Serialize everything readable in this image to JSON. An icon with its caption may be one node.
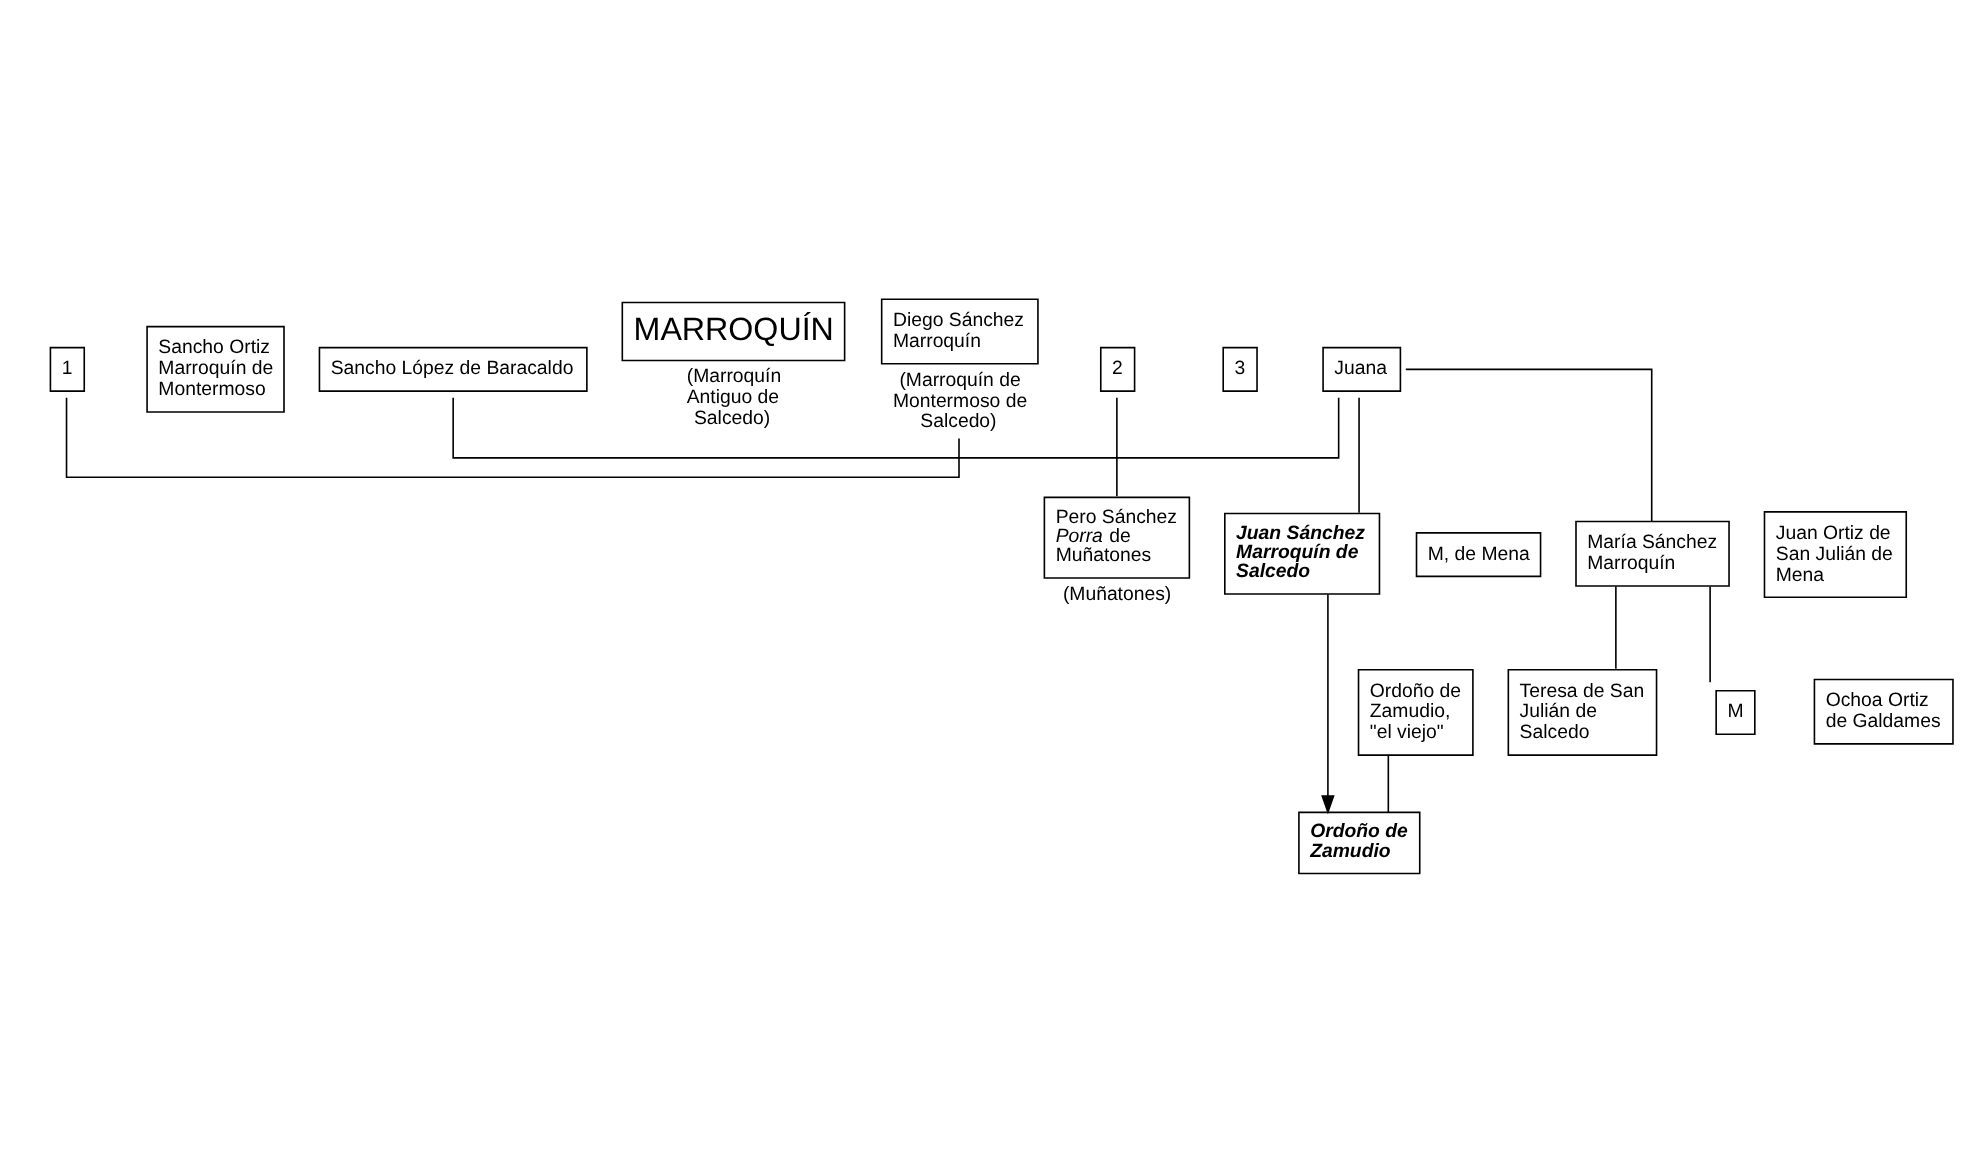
{
  "diagram": {
    "nodes": [
      {
        "text": [
          "1"
        ]
      },
      {
        "text": [
          "Sancho Ortiz Marroquín de Montermoso"
        ]
      },
      {
        "text": [
          "2"
        ]
      },
      {
        "text": [
          "Diego Sánchez Marroquín"
        ],
        "beside": [
          "(Marroquín de Montermoso de Salcedo)"
        ]
      },
      {
        "text": [
          "Pero Sánchez *Porra* de Muñatones"
        ],
        "beside": [
          "(Muñatones)"
        ]
      },
      {
        "text": [
          "3"
        ]
      },
      {
        "text": [
          "Juana"
        ]
      },
      {
        "text": [
          "Sancho López de Baracaldo"
        ]
      },
      {
        "text": [
          "MARROQUÍN"
        ],
        "beside": [
          "(Marroquín Antiguo de Salcedo)"
        ]
      },
      {
        "text": [
          "Juan Sánchez Marroquín de Salcedo"
        ]
      },
      {
        "text": [
          "M, de Mena"
        ]
      },
      {
        "text": [
          "María Sánchez Marroquín"
        ]
      },
      {
        "text": [
          "Juan Ortiz de San Julián de Mena"
        ]
      },
      {
        "text": [
          "Ordoño de Zamudio, \"el viejo\""
        ]
      },
      {
        "text": [
          "Teresa de San Julián de Salcedo"
        ]
      },
      {
        "text": [
          "M"
        ]
      },
      {
        "text": [
          "Ochoa Ortiz de Galdames"
        ]
      },
      {
        "text": [
          "Ordoño de Zamudio"
        ]
      }
    ],
    "edges": [
      {
        "from": 3,
        "to": 0,
        "arrow": "none"
      },
      {
        "from": 2,
        "to": 4,
        "arrow": "none"
      },
      {
        "from": 6,
        "to": 7,
        "arrow": "none"
      },
      {
        "from": 6,
        "to": 9,
        "arrow": "none"
      },
      {
        "from": 6,
        "to": 11,
        "arrow": "none"
      },
      {
        "from": 11,
        "to": 14,
        "arrow": "none"
      },
      {
        "from": 11,
        "to": 15,
        "arrow": "none"
      },
      {
        "from": 13,
        "to": 17,
        "arrow": "none"
      },
      {
        "from": 9,
        "to": 17,
        "arrow": "to"
      }
    ]
  }
}
